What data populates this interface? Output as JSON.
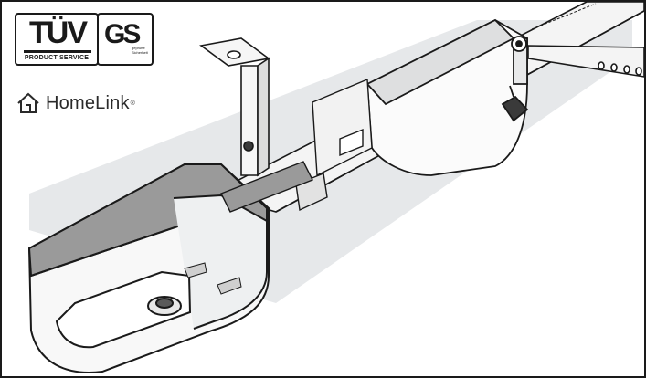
{
  "certification": {
    "tuv_word": "TÜV",
    "tuv_subtitle": "PRODUCT SERVICE",
    "gs_word": "GS",
    "gs_subtitle": "geprüfte Sicherheit"
  },
  "homelink": {
    "brand": "HomeLink",
    "trademark": "®"
  },
  "colors": {
    "line": "#1a1a1a",
    "shadow": "#e4e6e8",
    "housing_shade": "#d4d6d8",
    "band": "#9a9a9a"
  },
  "icons": [
    "house-icon",
    "tuv-logo",
    "gs-logo"
  ]
}
